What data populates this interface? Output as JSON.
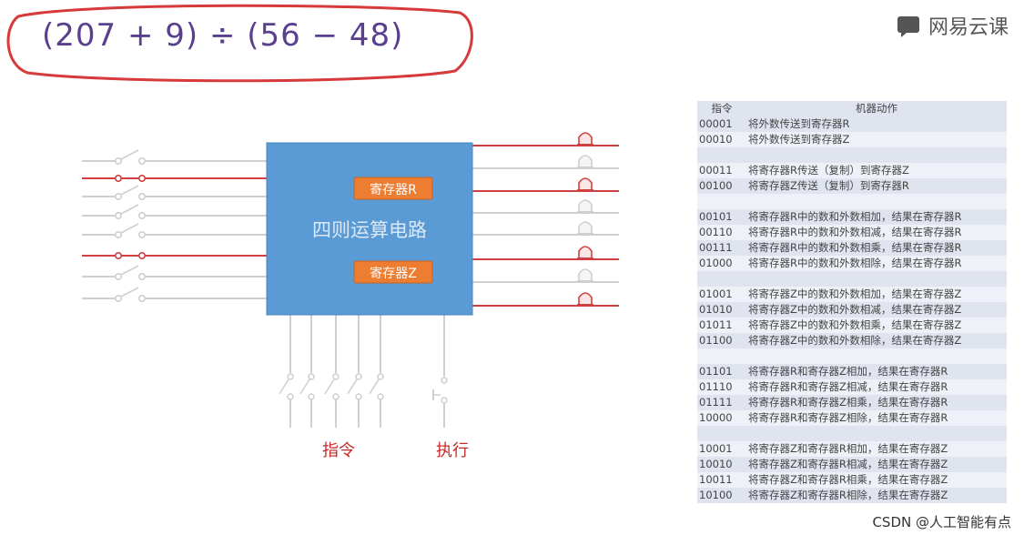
{
  "expression": "(207 + 9) ÷ (56 − 48)",
  "logo": {
    "text": "网易云课"
  },
  "circuit": {
    "center_label": "四则运算电路",
    "register_r": "寄存器R",
    "register_z": "寄存器Z",
    "instruction_label": "指令",
    "execute_label": "执行"
  },
  "table": {
    "headers": [
      "指令",
      "机器动作"
    ],
    "rows": [
      [
        "00001",
        "将外数传送到寄存器R"
      ],
      [
        "00010",
        "将外数传送到寄存器Z"
      ],
      [
        "",
        ""
      ],
      [
        "00011",
        "将寄存器R传送（复制）到寄存器Z"
      ],
      [
        "00100",
        "将寄存器Z传送（复制）到寄存器R"
      ],
      [
        "",
        ""
      ],
      [
        "00101",
        "将寄存器R中的数和外数相加，结果在寄存器R"
      ],
      [
        "00110",
        "将寄存器R中的数和外数相减，结果在寄存器R"
      ],
      [
        "00111",
        "将寄存器R中的数和外数相乘，结果在寄存器R"
      ],
      [
        "01000",
        "将寄存器R中的数和外数相除，结果在寄存器R"
      ],
      [
        "",
        ""
      ],
      [
        "01001",
        "将寄存器Z中的数和外数相加，结果在寄存器Z"
      ],
      [
        "01010",
        "将寄存器Z中的数和外数相减，结果在寄存器Z"
      ],
      [
        "01011",
        "将寄存器Z中的数和外数相乘，结果在寄存器Z"
      ],
      [
        "01100",
        "将寄存器Z中的数和外数相除，结果在寄存器Z"
      ],
      [
        "",
        ""
      ],
      [
        "01101",
        "将寄存器R和寄存器Z相加，结果在寄存器R"
      ],
      [
        "01110",
        "将寄存器R和寄存器Z相减，结果在寄存器R"
      ],
      [
        "01111",
        "将寄存器R和寄存器Z相乘，结果在寄存器R"
      ],
      [
        "10000",
        "将寄存器R和寄存器Z相除，结果在寄存器R"
      ],
      [
        "",
        ""
      ],
      [
        "10001",
        "将寄存器Z和寄存器R相加，结果在寄存器Z"
      ],
      [
        "10010",
        "将寄存器Z和寄存器R相减，结果在寄存器Z"
      ],
      [
        "10011",
        "将寄存器Z和寄存器R相乘，结果在寄存器Z"
      ],
      [
        "10100",
        "将寄存器Z和寄存器R相除，结果在寄存器Z"
      ]
    ]
  },
  "watermark": "CSDN @人工智能有点",
  "input_switch_states": [
    0,
    1,
    0,
    0,
    0,
    1,
    0,
    0
  ],
  "output_lamp_states": [
    1,
    0,
    1,
    0,
    0,
    1,
    0,
    1
  ],
  "colors": {
    "red": "#d04040",
    "gray": "#cfcfcf",
    "box": "#5b9bd5",
    "register": "#ed7d31",
    "expr": "#5a3f8e"
  }
}
